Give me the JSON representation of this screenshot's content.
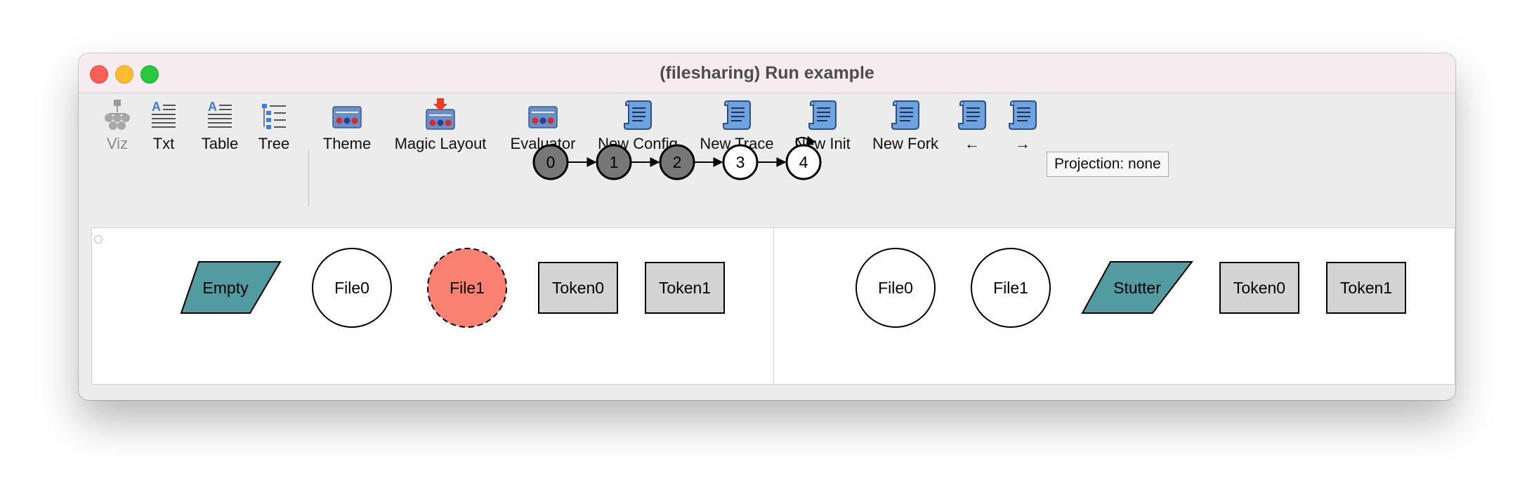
{
  "window": {
    "title": "(filesharing) Run example"
  },
  "toolbar": {
    "viz": "Viz",
    "txt": "Txt",
    "table": "Table",
    "tree": "Tree",
    "theme": "Theme",
    "magic_layout": "Magic Layout",
    "evaluator": "Evaluator",
    "new_config": "New Config",
    "new_trace": "New Trace",
    "new_init": "New Init",
    "new_fork": "New Fork",
    "prev": "←",
    "next": "→",
    "projection": "Projection: none"
  },
  "trace": {
    "states": [
      "0",
      "1",
      "2",
      "3",
      "4"
    ],
    "visited_fill": "#777777",
    "unvisited_fill": "#ffffff"
  },
  "left_panel": {
    "empty": "Empty",
    "file0": "File0",
    "file1": "File1",
    "token0": "Token0",
    "token1": "Token1"
  },
  "right_panel": {
    "file0": "File0",
    "file1": "File1",
    "stutter": "Stutter",
    "token0": "Token0",
    "token1": "Token1"
  },
  "colors": {
    "teal": "#519ba1",
    "salmon": "#fa8072",
    "token_gray": "#d3d3d3"
  }
}
